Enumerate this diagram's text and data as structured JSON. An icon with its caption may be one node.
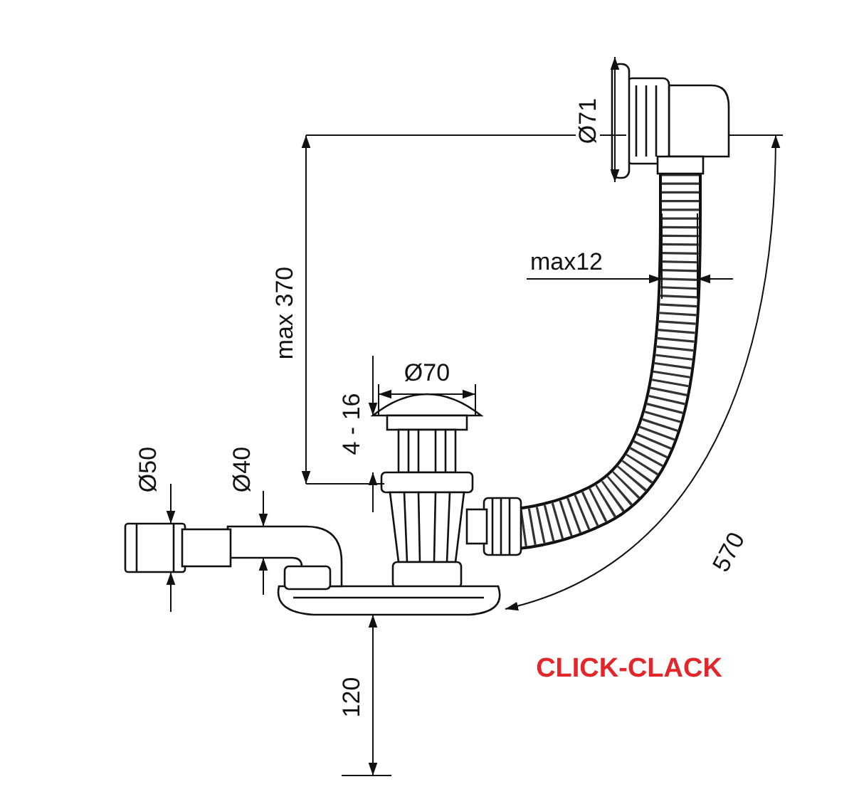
{
  "diagram": {
    "labels": [
      "Ø71",
      "max12",
      "max 370",
      "Ø70",
      "4 - 16",
      "Ø50",
      "Ø40",
      "570",
      "120",
      "CLICK-CLACK"
    ]
  }
}
